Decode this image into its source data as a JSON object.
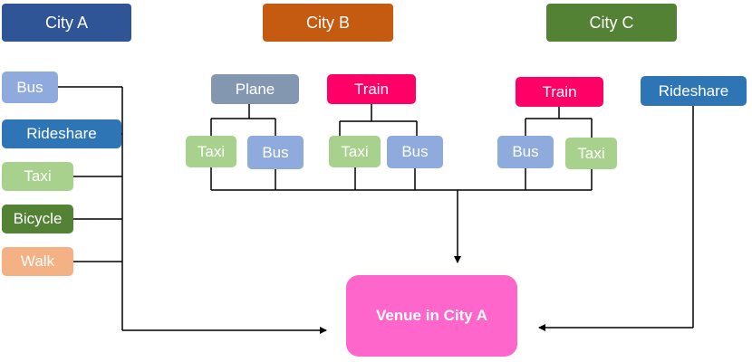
{
  "cities": {
    "a": {
      "label": "City A",
      "color": "#2F5597"
    },
    "b": {
      "label": "City B",
      "color": "#C55A11"
    },
    "c": {
      "label": "City C",
      "color": "#548235"
    }
  },
  "city_a_modes": [
    {
      "label": "Bus",
      "color": "#8FAADC"
    },
    {
      "label": "Rideshare",
      "color": "#2E75B6"
    },
    {
      "label": "Taxi",
      "color": "#A9D18E"
    },
    {
      "label": "Bicycle",
      "color": "#548235"
    },
    {
      "label": "Walk",
      "color": "#F4B183"
    }
  ],
  "city_b": {
    "plane": {
      "label": "Plane",
      "color": "#8497B0"
    },
    "plane_taxi": {
      "label": "Taxi",
      "color": "#A9D18E"
    },
    "plane_bus": {
      "label": "Bus",
      "color": "#8FAADC"
    },
    "train": {
      "label": "Train",
      "color": "#FF0066"
    },
    "train_taxi": {
      "label": "Taxi",
      "color": "#A9D18E"
    },
    "train_bus": {
      "label": "Bus",
      "color": "#8FAADC"
    }
  },
  "city_c": {
    "train": {
      "label": "Train",
      "color": "#FF0066"
    },
    "train_bus": {
      "label": "Bus",
      "color": "#8FAADC"
    },
    "train_taxi": {
      "label": "Taxi",
      "color": "#A9D18E"
    },
    "rideshare": {
      "label": "Rideshare",
      "color": "#2E75B6"
    }
  },
  "venue": {
    "label": "Venue in City A",
    "color": "#FF66CC"
  },
  "connector_color": "#000000"
}
